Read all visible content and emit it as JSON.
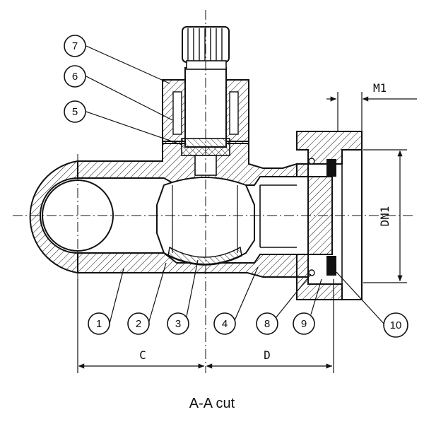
{
  "caption": "A-A  cut",
  "callouts": [
    "1",
    "2",
    "3",
    "4",
    "5",
    "6",
    "7",
    "8",
    "9",
    "10"
  ],
  "dimensions": {
    "c": "C",
    "d": "D",
    "dn1": "DN1",
    "m1": "M1"
  }
}
